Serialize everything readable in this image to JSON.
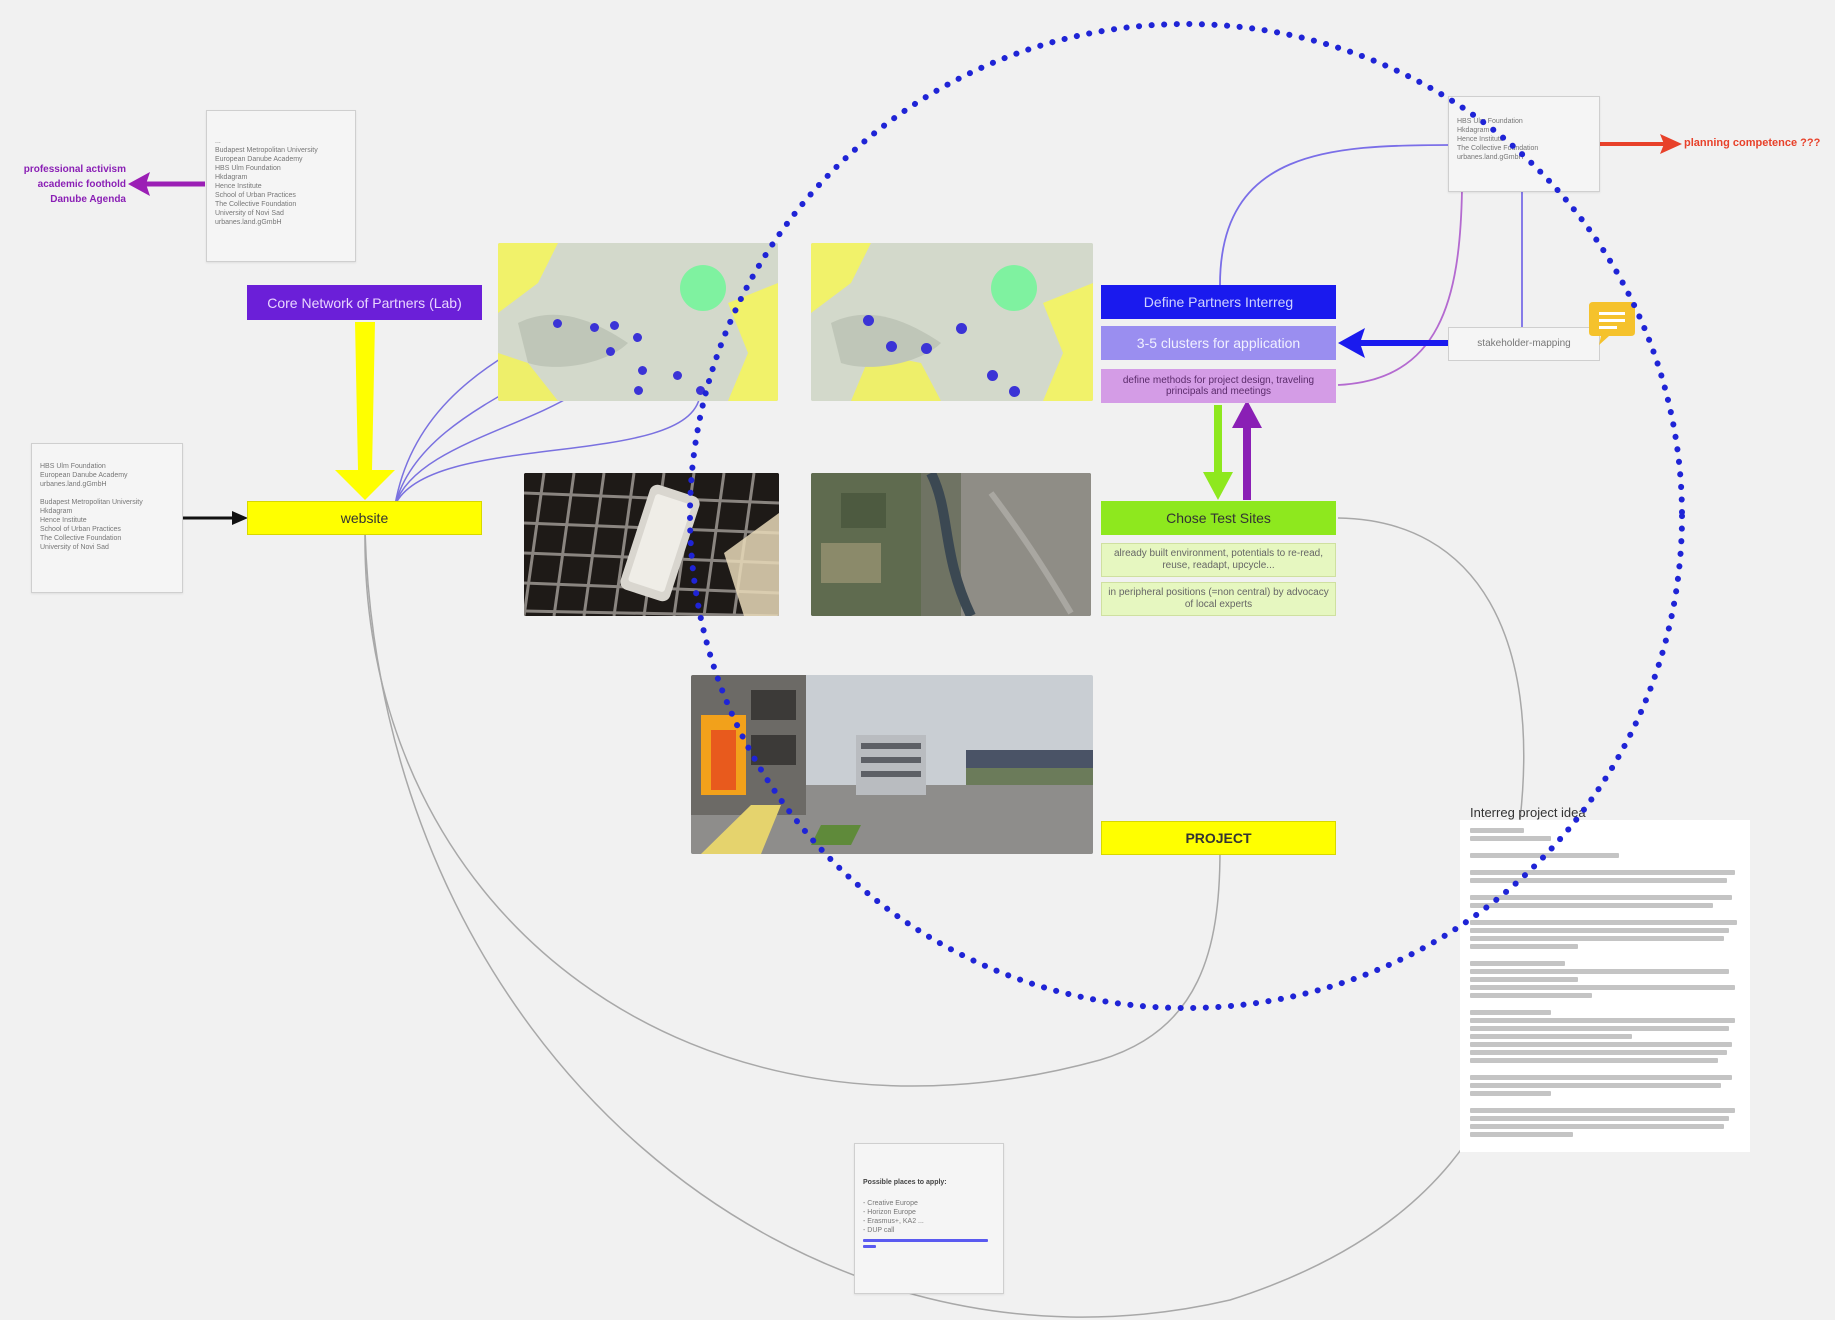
{
  "left_labels": {
    "line1": "professional activism",
    "line2": "academic foothold",
    "line3": "Danube Agenda"
  },
  "right_label": "planning competence ???",
  "partners_note": {
    "lines": [
      "...",
      "Budapest Metropolitan University",
      "European Danube Academy",
      "HBS Ulm Foundation",
      "Hkdagram",
      "Hence Institute",
      "School of Urban Practices",
      "The Collective Foundation",
      "University of Novi Sad",
      "urbanes.land.gGmbH"
    ]
  },
  "left_note": {
    "lines": [
      "HBS Ulm Foundation",
      "European Danube Academy",
      "urbanes.land.gGmbH",
      "",
      "Budapest Metropolitan University",
      "Hkdagram",
      "Hence Institute",
      "School of Urban Practices",
      "The Collective Foundation",
      "University of Novi Sad"
    ]
  },
  "top_right_note": {
    "lines": [
      "HBS Ulm Foundation",
      "Hkdagram",
      "Hence Institute",
      "The Collective Foundation",
      "urbanes.land.gGmbH"
    ]
  },
  "boxes": {
    "core_network": "Core Network of Partners (Lab)",
    "website": "website",
    "define_partners": "Define Partners Interreg",
    "clusters": "3-5 clusters for application",
    "define_methods": "define methods for project design, traveling principals and meetings",
    "stakeholder": "stakeholder-mapping",
    "chose_sites": "Chose Test Sites",
    "built_env": "already built environment, potentials to re-read, reuse, readapt, upcycle...",
    "peripheral": "in peripheral positions (=non central) by advocacy of local experts",
    "project": "PROJECT"
  },
  "doc": {
    "title": "Interreg project idea"
  },
  "apply_note": {
    "title": "Possible places to apply:",
    "items": [
      "- Creative Europe",
      "- Horizon Europe",
      "- Erasmus+, KA2 ...",
      "- DUP call"
    ]
  },
  "colors": {
    "yellow": "#ffff00",
    "purple": "#6b1fd8",
    "blue": "#1a1aee",
    "lilac": "#9a8ef0",
    "pink": "#d49ce6",
    "green": "#8ee81e",
    "lightgreen": "#e6f7c0",
    "magenta_text": "#8a1fb5",
    "red": "#e8412a",
    "dots": "#1f24d6"
  }
}
